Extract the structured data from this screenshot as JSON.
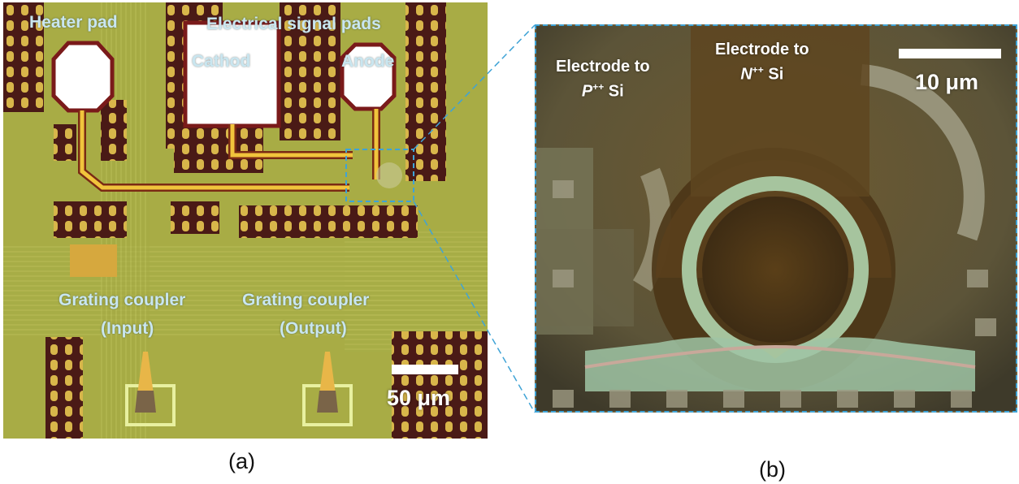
{
  "panel_a": {
    "labels": {
      "heater_pad": "Heater pad",
      "signal_pads": "Electrical signal pads",
      "cathode": "Cathod",
      "anode": "Anode",
      "grating_input_1": "Grating coupler",
      "grating_input_2": "(Input)",
      "grating_output_1": "Grating coupler",
      "grating_output_2": "(Output)"
    },
    "scale_bar": "50 μm",
    "caption": "(a)"
  },
  "panel_b": {
    "labels": {
      "electrode_p_1": "Electrode to",
      "electrode_p_2": "P",
      "electrode_p_sup": "++",
      "electrode_p_si": " Si",
      "electrode_n_1": "Electrode to",
      "electrode_n_2": "N",
      "electrode_n_sup": "++",
      "electrode_n_si": " Si"
    },
    "scale_bar": "10 μm",
    "caption": "(b)"
  },
  "colors": {
    "chip_background": "#a8ac45",
    "metal_pad": "#ffffff",
    "pad_outline": "#7a1a1a",
    "dummy_fill": "#5a1f1a",
    "dashed_zoom": "#3fa3d6",
    "label_text": "#c9e6f0"
  }
}
